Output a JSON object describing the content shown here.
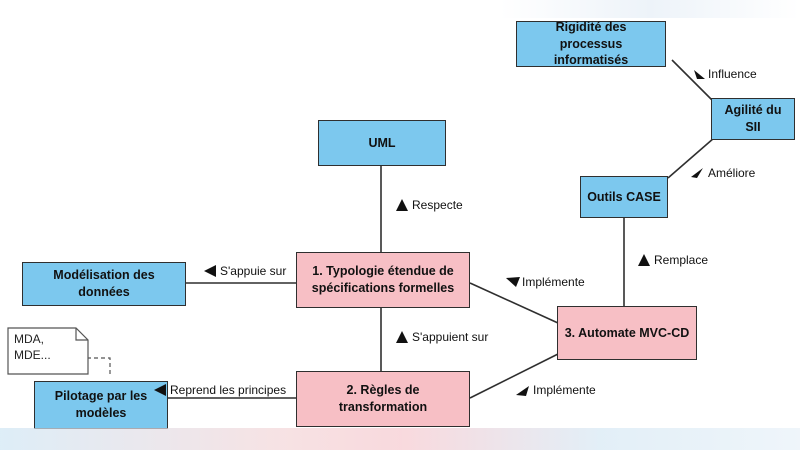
{
  "nodes": {
    "rigidite": "Rigidité des processus informatisés",
    "agilite": "Agilité du SII",
    "outils_case": "Outils CASE",
    "uml": "UML",
    "modelisation": "Modélisation des données",
    "typologie": "1. Typologie étendue de spécifications formelles",
    "automate": "3. Automate MVC-CD",
    "pilotage": "Pilotage par les modèles",
    "regles": "2. Règles de transformation"
  },
  "note": {
    "line1": "MDA,",
    "line2": "MDE..."
  },
  "edges": {
    "influence": "Influence",
    "ameliore": "Améliore",
    "remplace": "Remplace",
    "respecte": "Respecte",
    "sappuie_sur": "S'appuie sur",
    "implemente_1": "Implémente",
    "sappuient_sur": "S'appuient sur",
    "reprend": "Reprend les principes",
    "implemente_2": "Implémente"
  },
  "colors": {
    "concept": "#7cc8ee",
    "contribution": "#f7bfc5",
    "line": "#2f2f2f"
  }
}
